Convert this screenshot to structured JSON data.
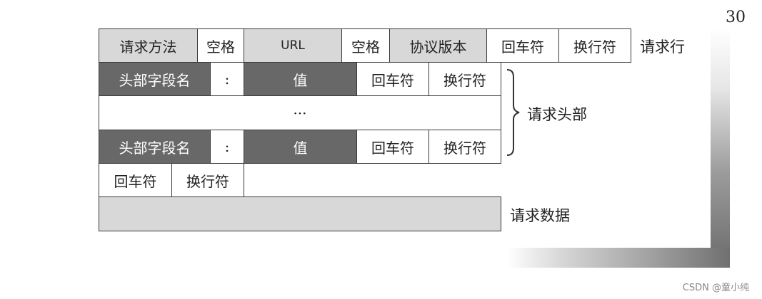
{
  "page_number": "30",
  "request_line": {
    "cells": [
      "请求方法",
      "空格",
      "URL",
      "空格",
      "协议版本",
      "回车符",
      "换行符"
    ],
    "label": "请求行"
  },
  "header_row_1": {
    "field_name": "头部字段名",
    "colon": ":",
    "value": "值",
    "cr": "回车符",
    "lf": "换行符"
  },
  "ellipsis_row": {
    "text": "···"
  },
  "header_row_2": {
    "field_name": "头部字段名",
    "colon": ":",
    "value": "值",
    "cr": "回车符",
    "lf": "换行符"
  },
  "headers_label": "请求头部",
  "blank_line": {
    "cr": "回车符",
    "lf": "换行符"
  },
  "request_body": {
    "label": "请求数据"
  },
  "watermark": "CSDN @童小纯",
  "colors": {
    "light_cell": "#d8d8d8",
    "dark_cell": "#686868",
    "border": "#3a3a3a"
  }
}
